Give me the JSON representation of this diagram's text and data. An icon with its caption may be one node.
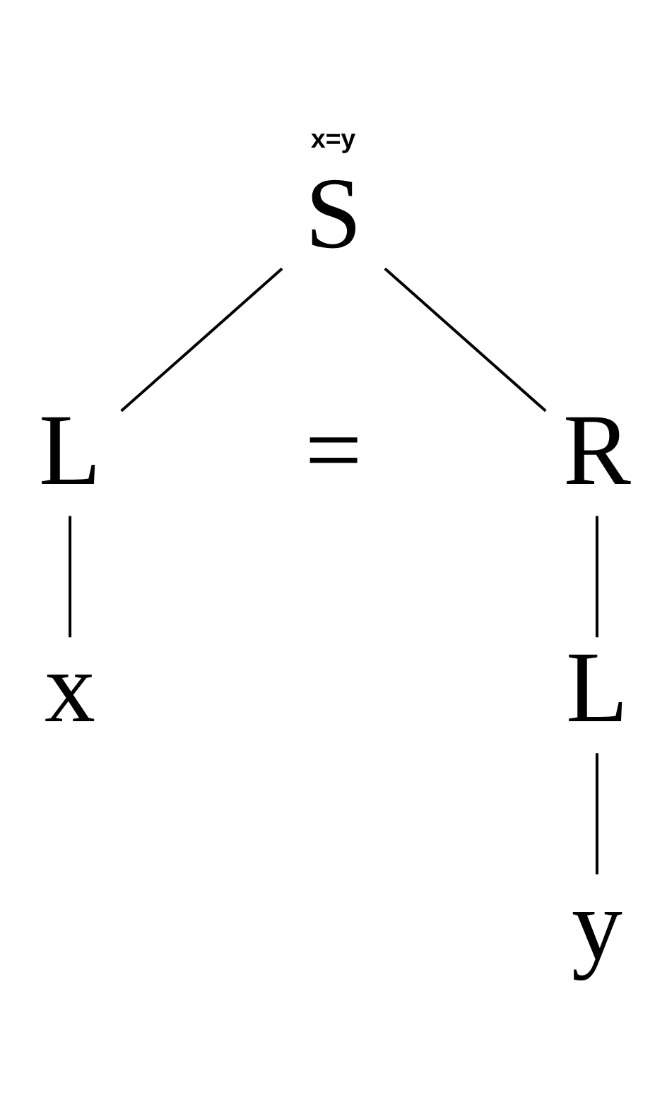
{
  "diagram": {
    "title": "x=y",
    "nodes": [
      {
        "text": [
          "S"
        ]
      },
      {
        "text": [
          "L"
        ]
      },
      {
        "text": [
          "R"
        ]
      },
      {
        "text": [
          "x"
        ]
      },
      {
        "text": [
          "L"
        ]
      },
      {
        "text": [
          "y"
        ]
      }
    ],
    "edges": [
      {
        "from": 0,
        "to": 1,
        "arrow": "none"
      },
      {
        "from": 0,
        "to": 2,
        "arrow": "none"
      },
      {
        "from": 1,
        "to": 3,
        "arrow": "none"
      },
      {
        "from": 2,
        "to": 4,
        "arrow": "none"
      },
      {
        "from": 4,
        "to": 5,
        "arrow": "none"
      }
    ],
    "labels": [
      "="
    ]
  }
}
